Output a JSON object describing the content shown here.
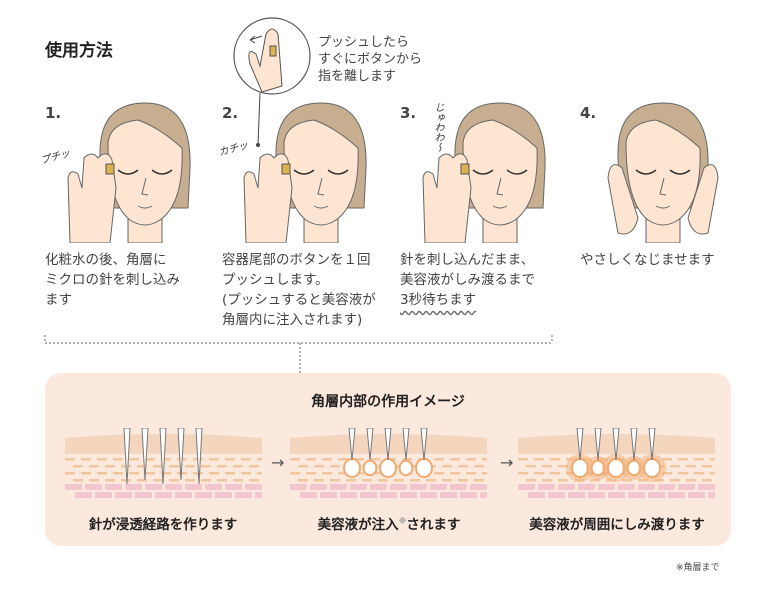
{
  "title": "使用方法",
  "callout": "プッシュしたら\nすぐにボタンから\n指を離します",
  "steps": [
    {
      "number": "1.",
      "sfx": "プチッ",
      "caption": "化粧水の後、角層に\nミクロの針を刺し込み\nます"
    },
    {
      "number": "2.",
      "sfx": "カチッ",
      "caption": "容器尾部のボタンを１回\nプッシュします。\n(プッシュすると美容液が\n角層内に注入されます)"
    },
    {
      "number": "3.",
      "sfx": "じゅわわ〜",
      "caption_main": "針を刺し込んだまま、\n美容液がしみ渡るまで",
      "caption_emph": "3秒待ちます"
    },
    {
      "number": "4.",
      "caption": "やさしくなじませます"
    }
  ],
  "panel": {
    "title": "角層内部の作用イメージ",
    "stages": [
      {
        "caption": "針が浸透経路を作ります"
      },
      {
        "caption_pre": "美容液が注入",
        "mark": "※",
        "caption_post": "されます"
      },
      {
        "caption": "美容液が周囲にしみ渡ります"
      }
    ],
    "arrow": "→"
  },
  "footnote": "※角層まで",
  "colors": {
    "panel_bg": "#fbe9dd",
    "hair": "#c8ae90",
    "skin": "#fde5d2",
    "serum": "#f2b07a",
    "lower_layer": "#f3c6cf"
  }
}
